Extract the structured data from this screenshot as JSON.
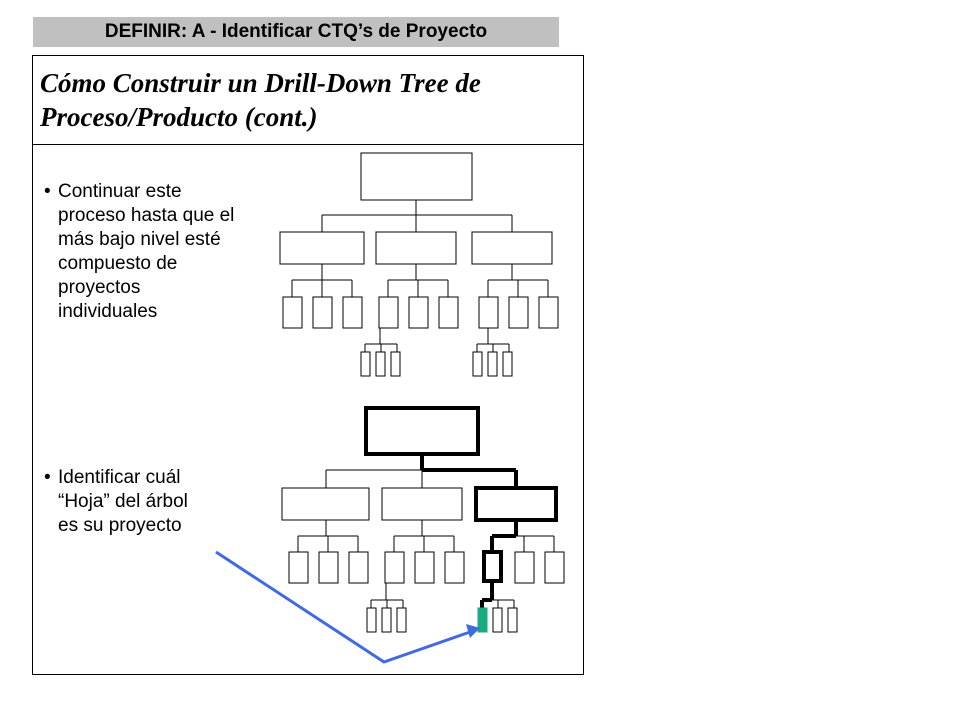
{
  "banner": {
    "text": "DEFINIR: A - Identificar CTQ’s de Proyecto"
  },
  "title": {
    "line1": "Cómo Construir un Drill-Down Tree de",
    "line2": "Proceso/Producto (cont.)"
  },
  "bullets": [
    {
      "marker": "•",
      "text": "Continuar este\nproceso hasta que el\nmás bajo nivel esté\ncompuesto de\nproyectos\nindividuales"
    },
    {
      "marker": "•",
      "text": "Identificar cuál\n“Hoja” del árbol\nes su proyecto"
    }
  ],
  "colors": {
    "banner_bg": "#c0c0c0",
    "arrow": "#4169e1",
    "selected_leaf": "#1aaa80",
    "tree_line": "#000000"
  },
  "trees": [
    {
      "name": "tree-general",
      "highlighted_path": false
    },
    {
      "name": "tree-selected-leaf",
      "highlighted_path": true
    }
  ]
}
